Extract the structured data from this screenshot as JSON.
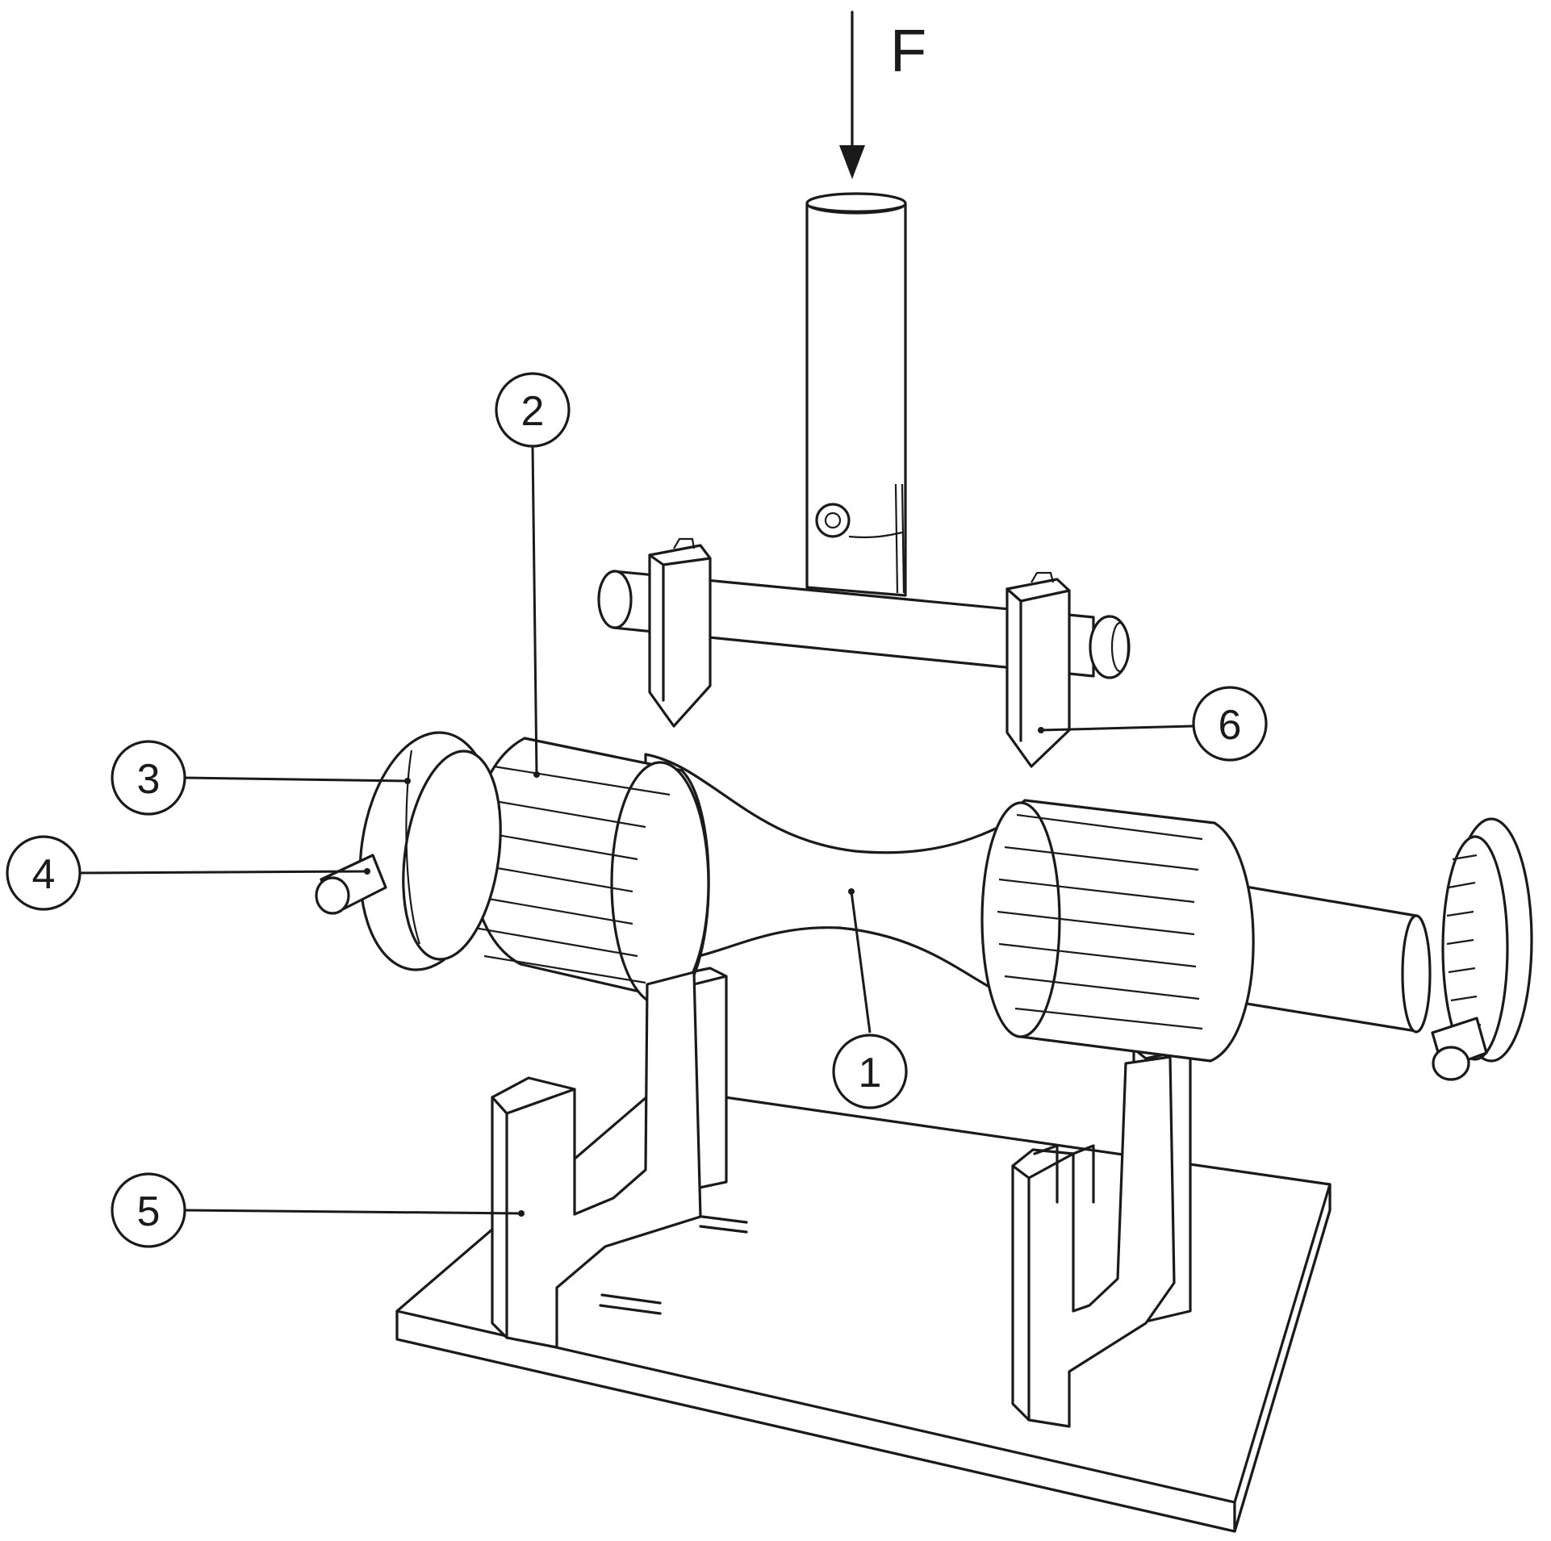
{
  "force": {
    "label": "F"
  },
  "callouts": [
    {
      "id": "1",
      "label": "1"
    },
    {
      "id": "2",
      "label": "2"
    },
    {
      "id": "3",
      "label": "3"
    },
    {
      "id": "4",
      "label": "4"
    },
    {
      "id": "5",
      "label": "5"
    },
    {
      "id": "6",
      "label": "6"
    }
  ],
  "colors": {
    "ink": "#1a1a1a",
    "background": "#ffffff"
  }
}
